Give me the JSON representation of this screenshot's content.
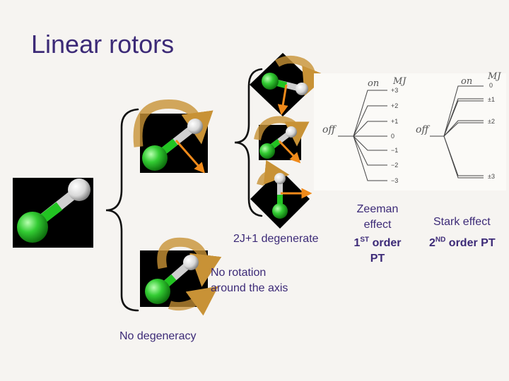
{
  "title": "Linear rotors",
  "labels": {
    "degenerate": "2J+1 degenerate",
    "no_rotation_line1": "No rotation",
    "no_rotation_line2": "around the axis",
    "no_degeneracy": "No degeneracy",
    "zeeman_line1": "Zeeman",
    "zeeman_line2": "effect",
    "zeeman_order_prefix": "1",
    "zeeman_order_sup": "ST",
    "zeeman_order_rest": " order",
    "zeeman_order_line2": "PT",
    "stark": "Stark effect",
    "stark_order_prefix": "2",
    "stark_order_sup": "ND",
    "stark_order_rest": " order PT"
  },
  "sketch": {
    "zeeman": {
      "on": "on",
      "mj": "MJ",
      "off": "off",
      "levels": [
        "+3",
        "+2",
        "+1",
        "0",
        "−1",
        "−2",
        "−3"
      ]
    },
    "stark": {
      "on": "on",
      "mj": "MJ",
      "off": "off",
      "levels": [
        "0",
        "±1",
        "±2",
        "±3"
      ]
    }
  },
  "colors": {
    "title": "#3c2a77",
    "background": "#f6f4f1",
    "atom_green": "#22c422",
    "atom_white": "#e6e6e6",
    "bond": "#cfcfcf",
    "rotation_arrow": "#c89236",
    "axis_arrow": "#f08a1a"
  }
}
